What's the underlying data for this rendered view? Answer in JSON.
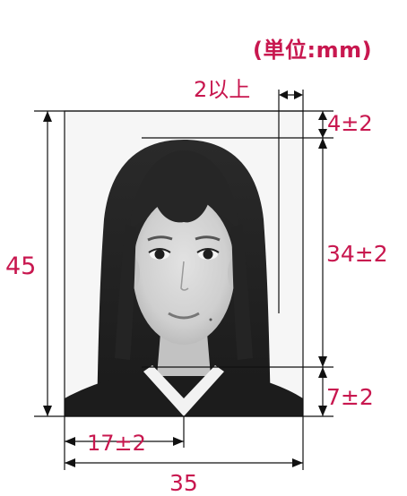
{
  "labels": {
    "unit": "(単位:mm)",
    "min_gap": "2以上",
    "top_margin": "4±2",
    "face_height": "34±2",
    "bottom_margin": "7±2",
    "photo_height": "45",
    "center_offset": "17±2",
    "photo_width": "35"
  },
  "colors": {
    "accent": "#c8174f",
    "line": "#111111"
  },
  "photo": {
    "subject": "passport-style grayscale portrait of young woman with long dark hair and bangs, white collar and dark jacket"
  }
}
